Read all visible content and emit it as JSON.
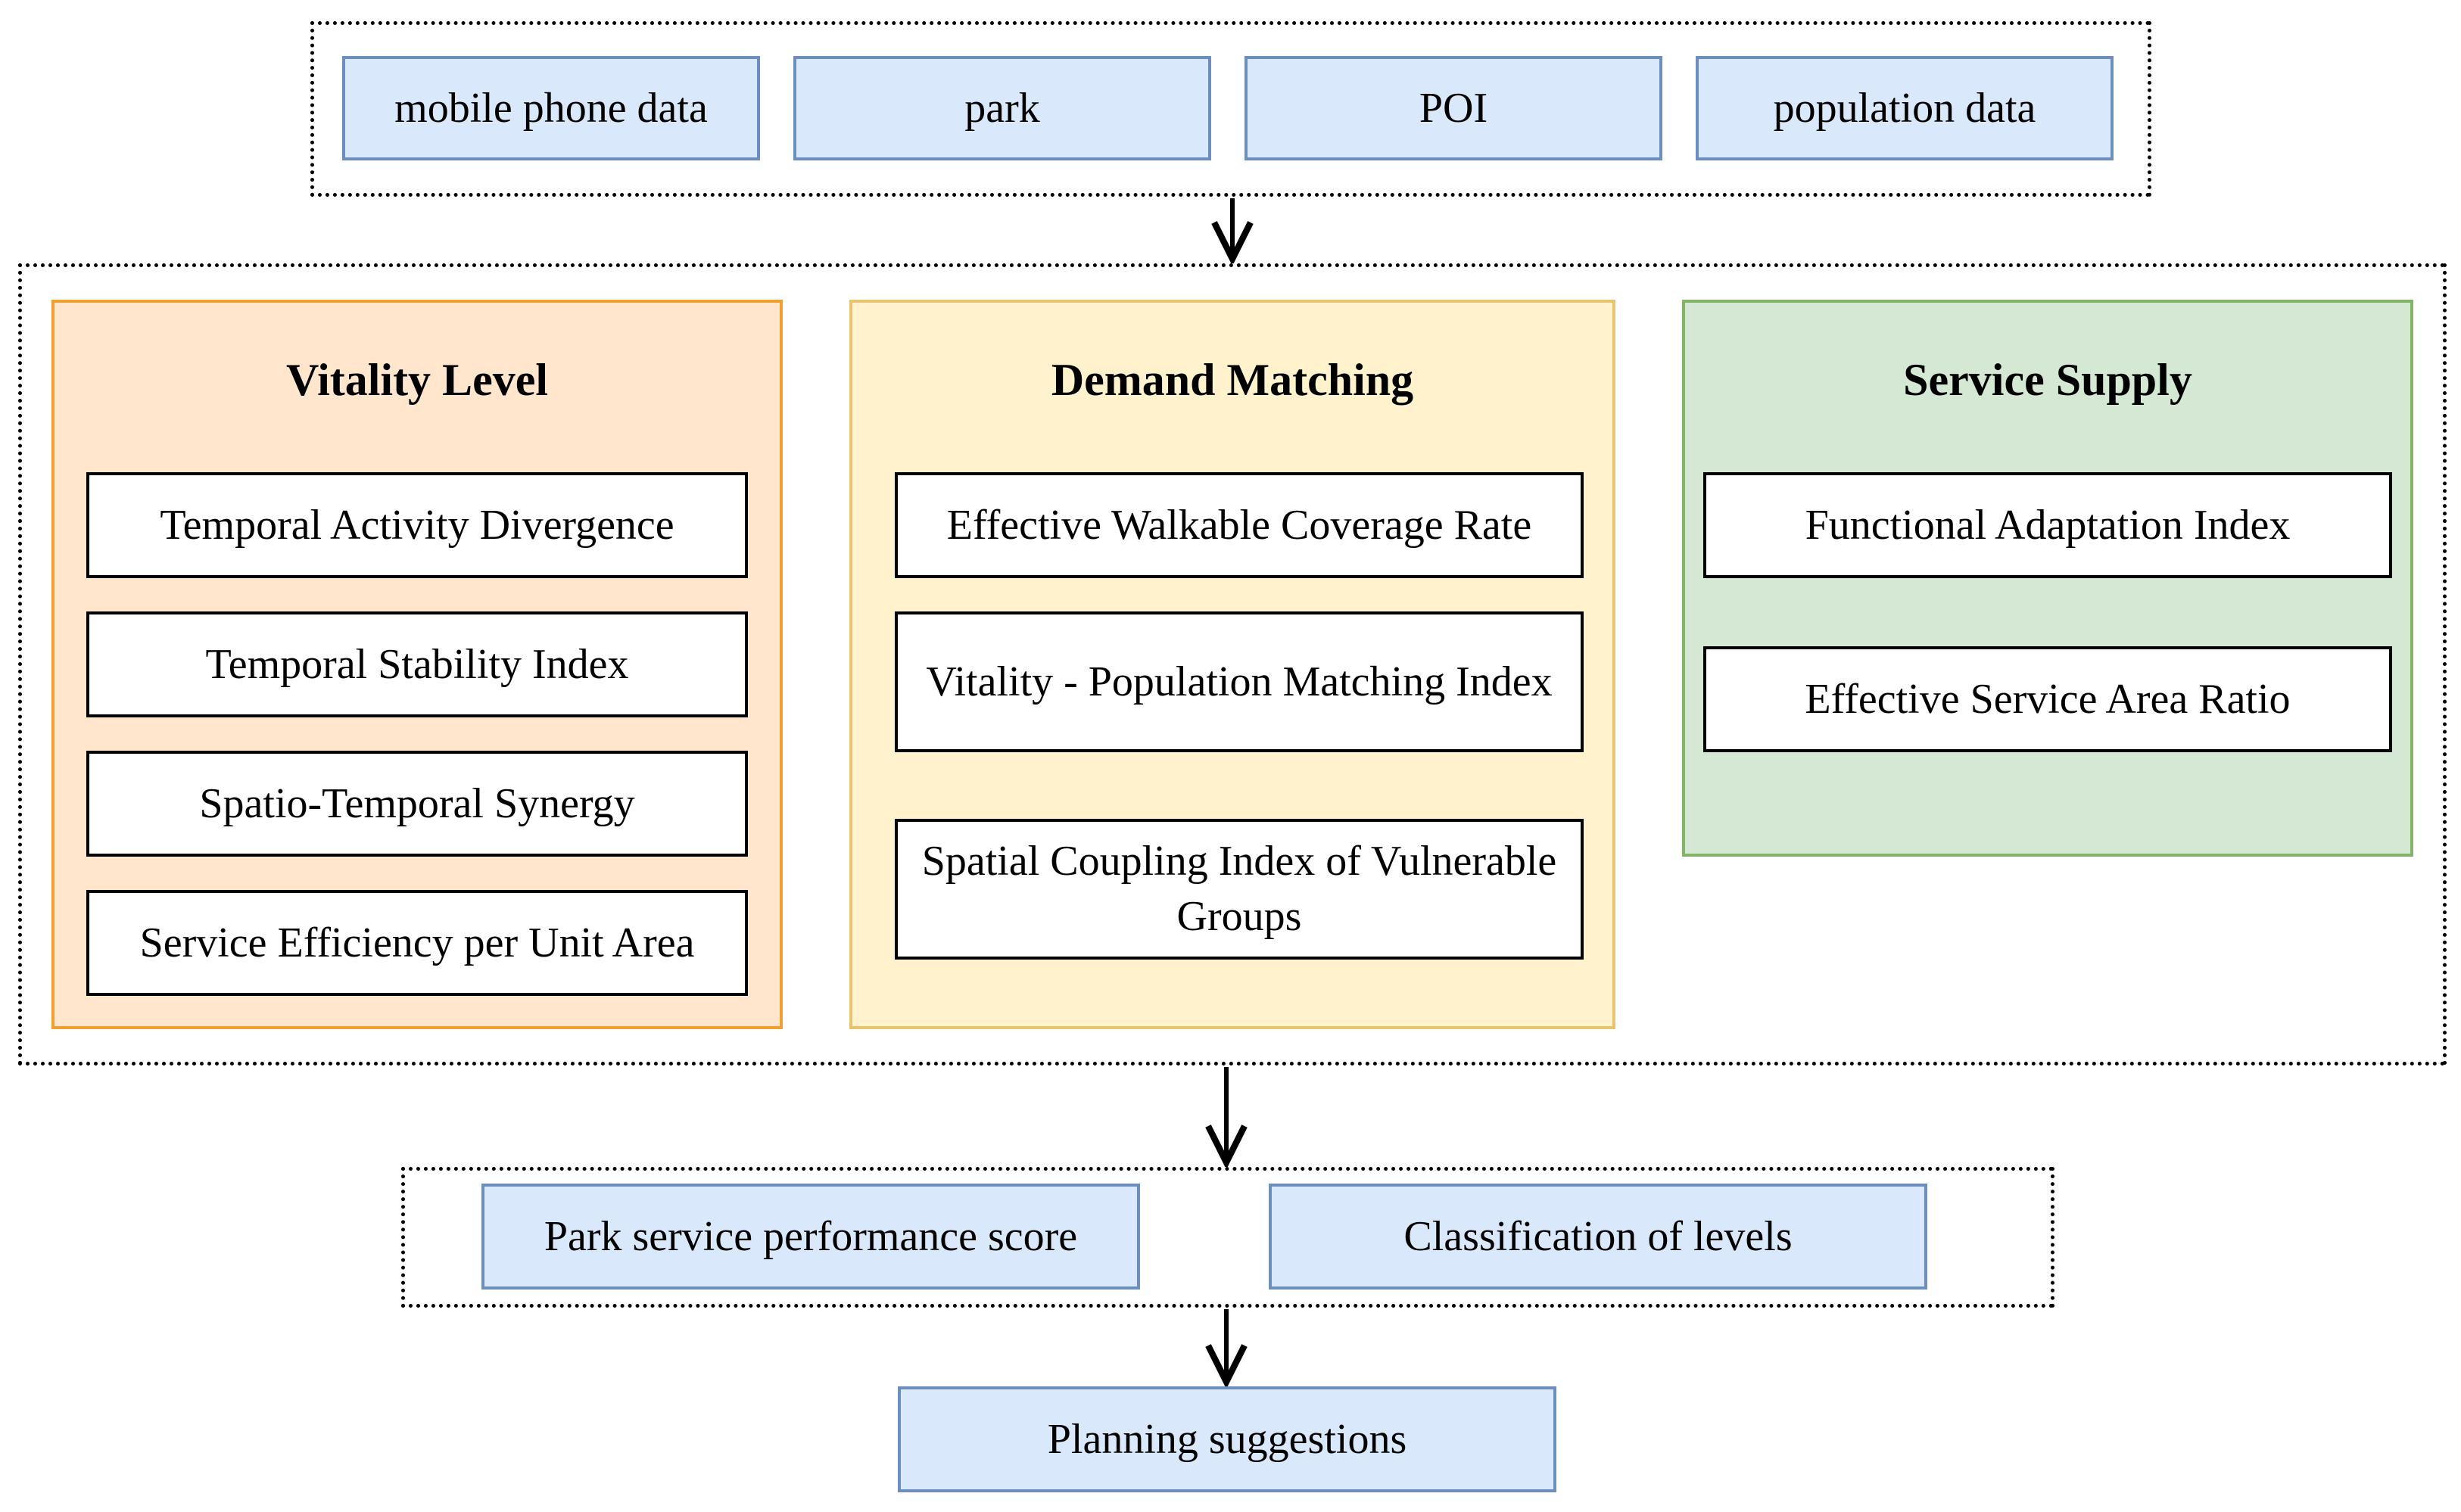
{
  "inputs": {
    "items": [
      "mobile phone data",
      "park",
      "POI",
      "population data"
    ]
  },
  "dimensions": {
    "vitality": {
      "title": "Vitality Level",
      "items": [
        "Temporal Activity Divergence",
        "Temporal Stability Index",
        "Spatio-Temporal Synergy",
        "Service Efficiency per Unit Area"
      ]
    },
    "demand": {
      "title": "Demand Matching",
      "items": [
        "Effective Walkable Coverage Rate",
        "Vitality - Population Matching Index",
        "Spatial Coupling Index of Vulnerable Groups"
      ]
    },
    "supply": {
      "title": "Service Supply",
      "items": [
        "Functional Adaptation Index",
        "Effective Service Area Ratio"
      ]
    }
  },
  "outputs": {
    "score": "Park service performance score",
    "classification": "Classification of levels"
  },
  "final": {
    "label": "Planning suggestions"
  },
  "colors": {
    "blue_fill": "#dae8fc",
    "blue_stroke": "#6c8ebf",
    "orange_fill": "#ffe6cc",
    "orange_stroke": "#f0a030",
    "yellow_fill": "#fff2cc",
    "yellow_stroke": "#e8c470",
    "green_fill": "#d5e8d4",
    "green_stroke": "#82b366"
  }
}
